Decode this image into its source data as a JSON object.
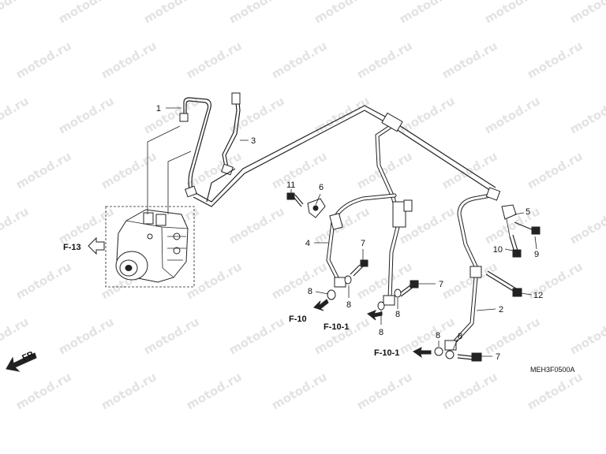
{
  "watermark": {
    "text": "motod.ru",
    "color": "#e3e3e3"
  },
  "callouts": [
    {
      "id": "c1",
      "label": "1"
    },
    {
      "id": "c2",
      "label": "2"
    },
    {
      "id": "c3",
      "label": "3"
    },
    {
      "id": "c4",
      "label": "4"
    },
    {
      "id": "c5",
      "label": "5"
    },
    {
      "id": "c6",
      "label": "6"
    },
    {
      "id": "c7a",
      "label": "7"
    },
    {
      "id": "c7b",
      "label": "7"
    },
    {
      "id": "c7c",
      "label": "7"
    },
    {
      "id": "c8a",
      "label": "8"
    },
    {
      "id": "c8b",
      "label": "8"
    },
    {
      "id": "c8c",
      "label": "8"
    },
    {
      "id": "c8d",
      "label": "8"
    },
    {
      "id": "c8e",
      "label": "8"
    },
    {
      "id": "c8f",
      "label": "8"
    },
    {
      "id": "c9",
      "label": "9"
    },
    {
      "id": "c10",
      "label": "10"
    },
    {
      "id": "c11",
      "label": "11"
    },
    {
      "id": "c12",
      "label": "12"
    }
  ],
  "references": {
    "f13": "F-13",
    "f10": "F-10",
    "f10_1a": "F-10-1",
    "f10_1b": "F-10-1",
    "front": "FR."
  },
  "diagram_code": "MEH3F0500A"
}
